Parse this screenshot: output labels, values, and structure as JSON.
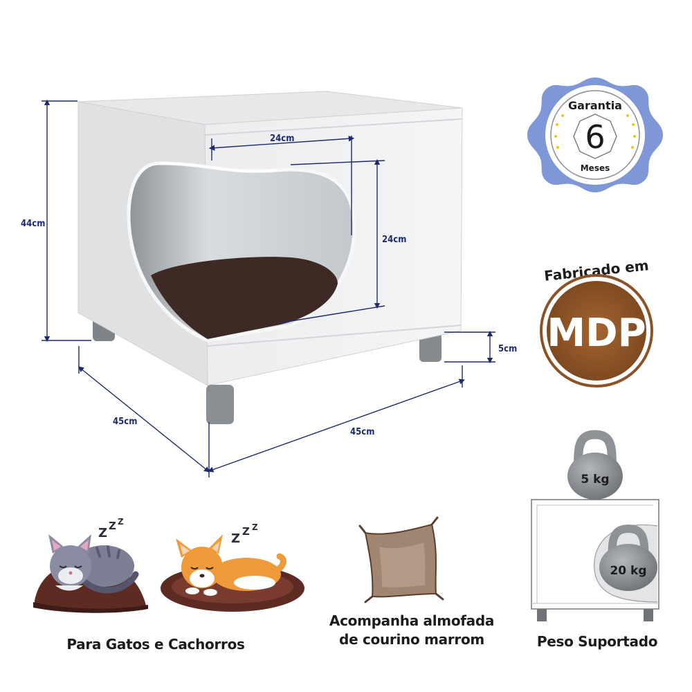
{
  "dimensions": {
    "height_total": "44cm",
    "opening_width": "24cm",
    "opening_height": "24cm",
    "leg_height": "5cm",
    "depth": "45cm",
    "width": "45cm"
  },
  "warranty": {
    "title": "Garantia",
    "value": "6",
    "unit": "Meses"
  },
  "material": {
    "label": "Fabricado em",
    "value": "MDP"
  },
  "weights": {
    "top": "5 kg",
    "inside": "20 kg"
  },
  "captions": {
    "pets": "Para Gatos e Cachorros",
    "cushion_line1": "Acompanha almofada",
    "cushion_line2": "de courino marrom",
    "weight": "Peso Suportado"
  },
  "colors": {
    "dimension_lines": "#1d2a6b",
    "badge_border": "#7f97d6",
    "mdp_brown": "#8a5226",
    "kettlebell": "#8e9297"
  }
}
